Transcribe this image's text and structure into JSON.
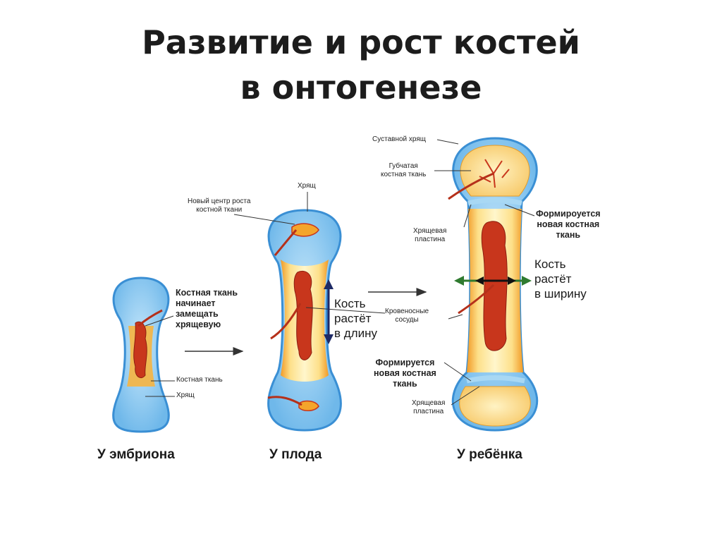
{
  "title": {
    "line1": "Развитие и рост  костей",
    "line2": "в онтогенезе"
  },
  "stages": {
    "embryo": {
      "caption": "У эмбриона",
      "labels": {
        "bone_replacing": [
          "Костная ткань",
          "начинает",
          "замещать",
          "хрящевую"
        ],
        "bone_tissue": "Костная ткань",
        "cartilage": "Хрящ"
      }
    },
    "fetus": {
      "caption": "У плода",
      "labels": {
        "new_center": [
          "Новый центр роста",
          "костной ткани"
        ],
        "cartilage": "Хрящ",
        "vessels": [
          "Кровеносные",
          "сосуды"
        ]
      },
      "growth_length": [
        "Кость",
        "растёт",
        "в длину"
      ]
    },
    "child": {
      "caption": "У ребёнка",
      "labels": {
        "articular_cartilage": "Суставной хрящ",
        "spongy": [
          "Губчатая",
          "костная ткань"
        ],
        "new_bone_top": [
          "Формироуется",
          "новая костная",
          "ткань"
        ],
        "plate_top": [
          "Хрящевая",
          "пластина"
        ],
        "new_bone_bottom": [
          "Формируется",
          "новая костная",
          "ткань"
        ],
        "plate_bottom": [
          "Хрящевая",
          "пластина"
        ]
      },
      "growth_width": [
        "Кость",
        "растёт",
        "в ширину"
      ]
    }
  },
  "colors": {
    "cartilage": "#7fc4ef",
    "cartilage_edge": "#3a8fd4",
    "bone_outer": "#f4a52c",
    "bone_inner": "#fff0b0",
    "marrow": "#c8361c",
    "vessel": "#b5301a",
    "arrow_dark": "#1e2a66",
    "arrow_green": "#2f7a2f"
  }
}
